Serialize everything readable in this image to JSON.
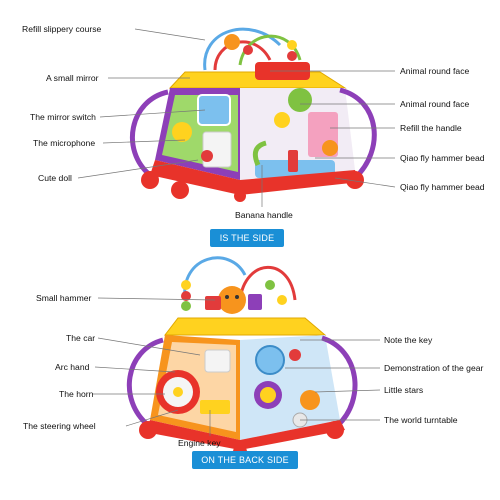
{
  "top": {
    "labels_left": [
      "Refill slippery course",
      "A small mirror",
      "The mirror switch",
      "The microphone",
      "Cute doll"
    ],
    "labels_right": [
      "Animal round face",
      "Animal round face",
      "Refill the handle",
      "Qiao fly hammer bead",
      "Qiao fly hammer bead"
    ],
    "label_bottom": "Banana handle",
    "banner": "IS THE SIDE"
  },
  "bottom": {
    "labels_left": [
      "Small hammer",
      "The car",
      "Arc hand",
      "The horn",
      "The steering wheel"
    ],
    "labels_right": [
      "Note the key",
      "Demonstration of the gear",
      "Little stars",
      "The world turntable"
    ],
    "label_bottom": "Engine key",
    "banner": "ON THE BACK SIDE"
  },
  "colors": {
    "banner": "#1a8fd6",
    "toy_red": "#e8332a",
    "toy_yellow": "#ffd21f",
    "toy_purple": "#8d3fb8",
    "toy_blue": "#7cc0ee",
    "toy_green": "#7fc241",
    "toy_orange": "#f7941d"
  }
}
